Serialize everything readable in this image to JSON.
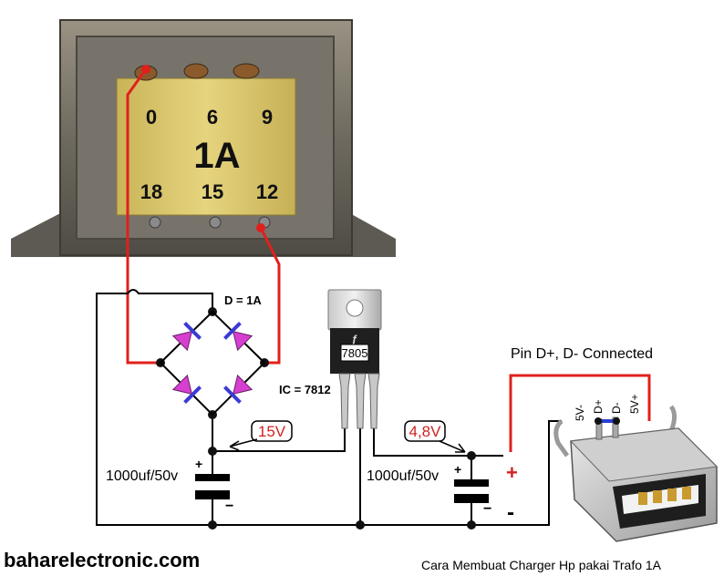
{
  "transformer": {
    "taps_top": [
      "0",
      "6",
      "9"
    ],
    "rating": "1A",
    "taps_bottom": [
      "18",
      "15",
      "12"
    ]
  },
  "labels": {
    "diode": "D = 1A",
    "ic_7812": "IC = 7812",
    "ic_7805": "7805",
    "cap_left": "1000uf/50v",
    "cap_right": "1000uf/50v",
    "voltage_15": "15V",
    "voltage_48": "4,8V",
    "pin_note": "Pin D+, D- Connected",
    "plus": "+",
    "minus": "-",
    "cap_plus": "+",
    "cap_minus": "−",
    "usb_5vminus": "5V-",
    "usb_dplus": "D+",
    "usb_dminus": "D-",
    "usb_5vplus": "5V+"
  },
  "footer": {
    "site": "baharelectronic.com",
    "caption": "Cara Membuat Charger Hp pakai Trafo 1A"
  },
  "colors": {
    "wire": "#000000",
    "red_wire": "#e0201c",
    "diode": "#d63fd0",
    "label_red": "#d22222",
    "coil": "#d9c46a"
  }
}
